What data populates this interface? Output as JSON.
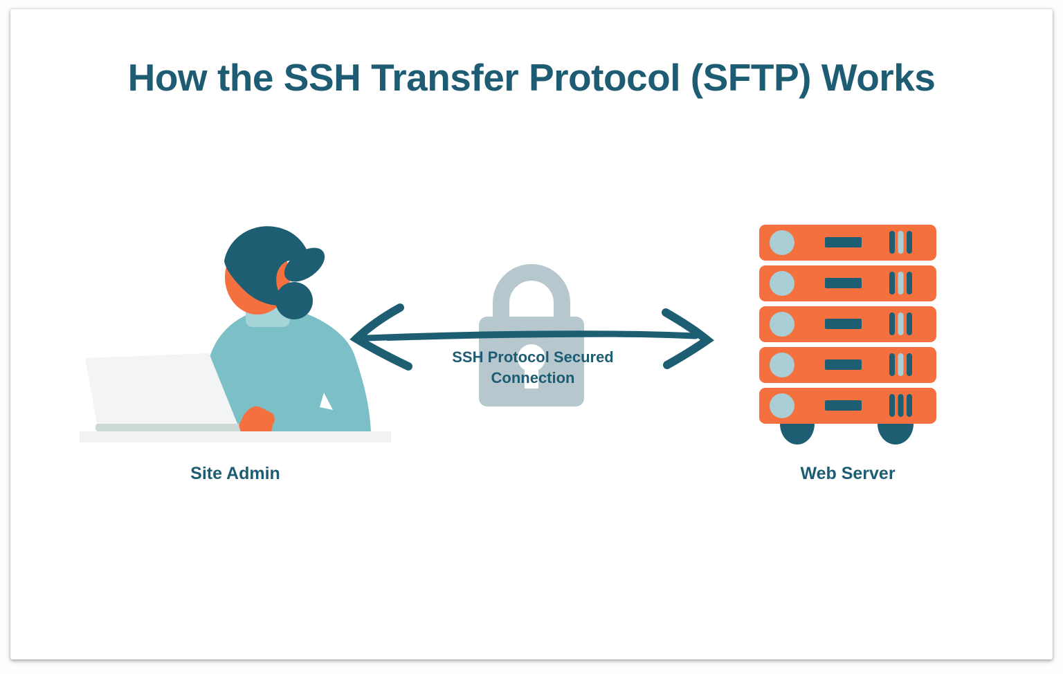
{
  "page": {
    "title": "How the SSH Transfer Protocol (SFTP) Works"
  },
  "diagram": {
    "left_node": {
      "label": "Site Admin",
      "icon": "person-at-laptop-illustration"
    },
    "right_node": {
      "label": "Web Server",
      "icon": "server-rack-illustration"
    },
    "connection": {
      "label_line1": "SSH Protocol Secured",
      "label_line2": "Connection",
      "icon": "padlock-icon",
      "arrow": "double-headed-arrow-icon"
    }
  },
  "colors": {
    "title_text": "#1d5c72",
    "dark_teal": "#1e5e72",
    "orange": "#f4713f",
    "light_teal_sweater": "#7dbfc7",
    "collar_teal": "#a5d4d8",
    "lock_gray_blue": "#b6c8ce",
    "pale_blue": "#a9ced6",
    "laptop_gray": "#f3f4f5",
    "laptop_base_gray": "#ccd8d6",
    "desk_gray": "#f1f2f2",
    "background": "#ffffff"
  }
}
